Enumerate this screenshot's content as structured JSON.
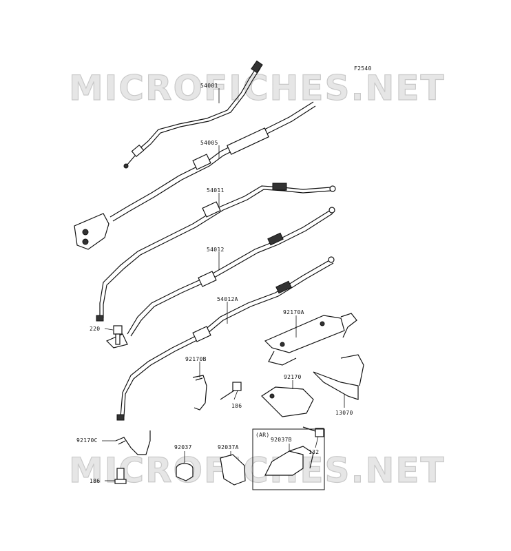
{
  "figure_code": "F2540",
  "watermark": "MICROFICHES.NET",
  "callouts": [
    {
      "id": "54001",
      "label": "54001"
    },
    {
      "id": "54005",
      "label": "54005"
    },
    {
      "id": "54011",
      "label": "54011"
    },
    {
      "id": "54012",
      "label": "54012"
    },
    {
      "id": "54012A",
      "label": "54012A"
    },
    {
      "id": "92170A",
      "label": "92170A"
    },
    {
      "id": "220",
      "label": "220"
    },
    {
      "id": "92170B",
      "label": "92170B"
    },
    {
      "id": "186a",
      "label": "186"
    },
    {
      "id": "92170",
      "label": "92170"
    },
    {
      "id": "13070",
      "label": "13070"
    },
    {
      "id": "132",
      "label": "132"
    },
    {
      "id": "92170C",
      "label": "92170C"
    },
    {
      "id": "186b",
      "label": "186"
    },
    {
      "id": "92037",
      "label": "92037"
    },
    {
      "id": "92037A",
      "label": "92037A"
    },
    {
      "id": "AR",
      "label": "(AR)"
    },
    {
      "id": "92037B",
      "label": "92037B"
    }
  ]
}
